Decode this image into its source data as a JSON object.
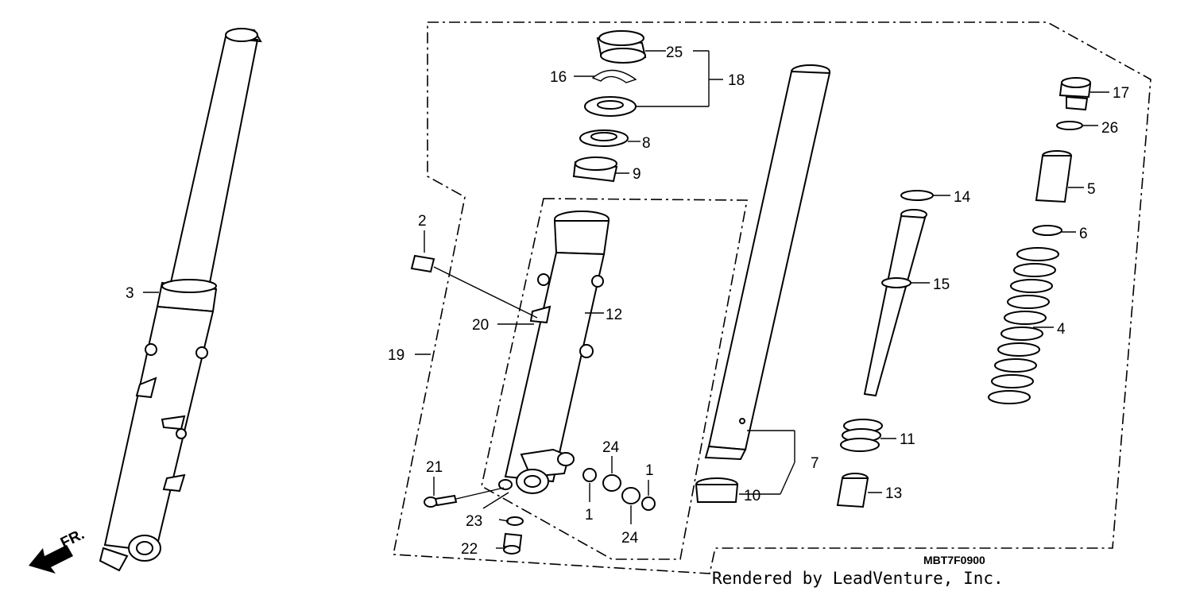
{
  "diagram_code": "MBT7F0900",
  "credit": "Rendered by LeadVenture, Inc.",
  "direction_indicator": {
    "label": "FR.",
    "icon": "front-direction-arrow-icon"
  },
  "callouts": {
    "c1a": "1",
    "c1b": "1",
    "c2": "2",
    "c3": "3",
    "c4": "4",
    "c5": "5",
    "c6": "6",
    "c7": "7",
    "c8": "8",
    "c9": "9",
    "c10": "10",
    "c11": "11",
    "c12": "12",
    "c13": "13",
    "c14": "14",
    "c15": "15",
    "c16": "16",
    "c17": "17",
    "c18": "18",
    "c19": "19",
    "c20": "20",
    "c21": "21",
    "c22": "22",
    "c23": "23",
    "c24a": "24",
    "c24b": "24",
    "c25": "25",
    "c26": "26"
  }
}
